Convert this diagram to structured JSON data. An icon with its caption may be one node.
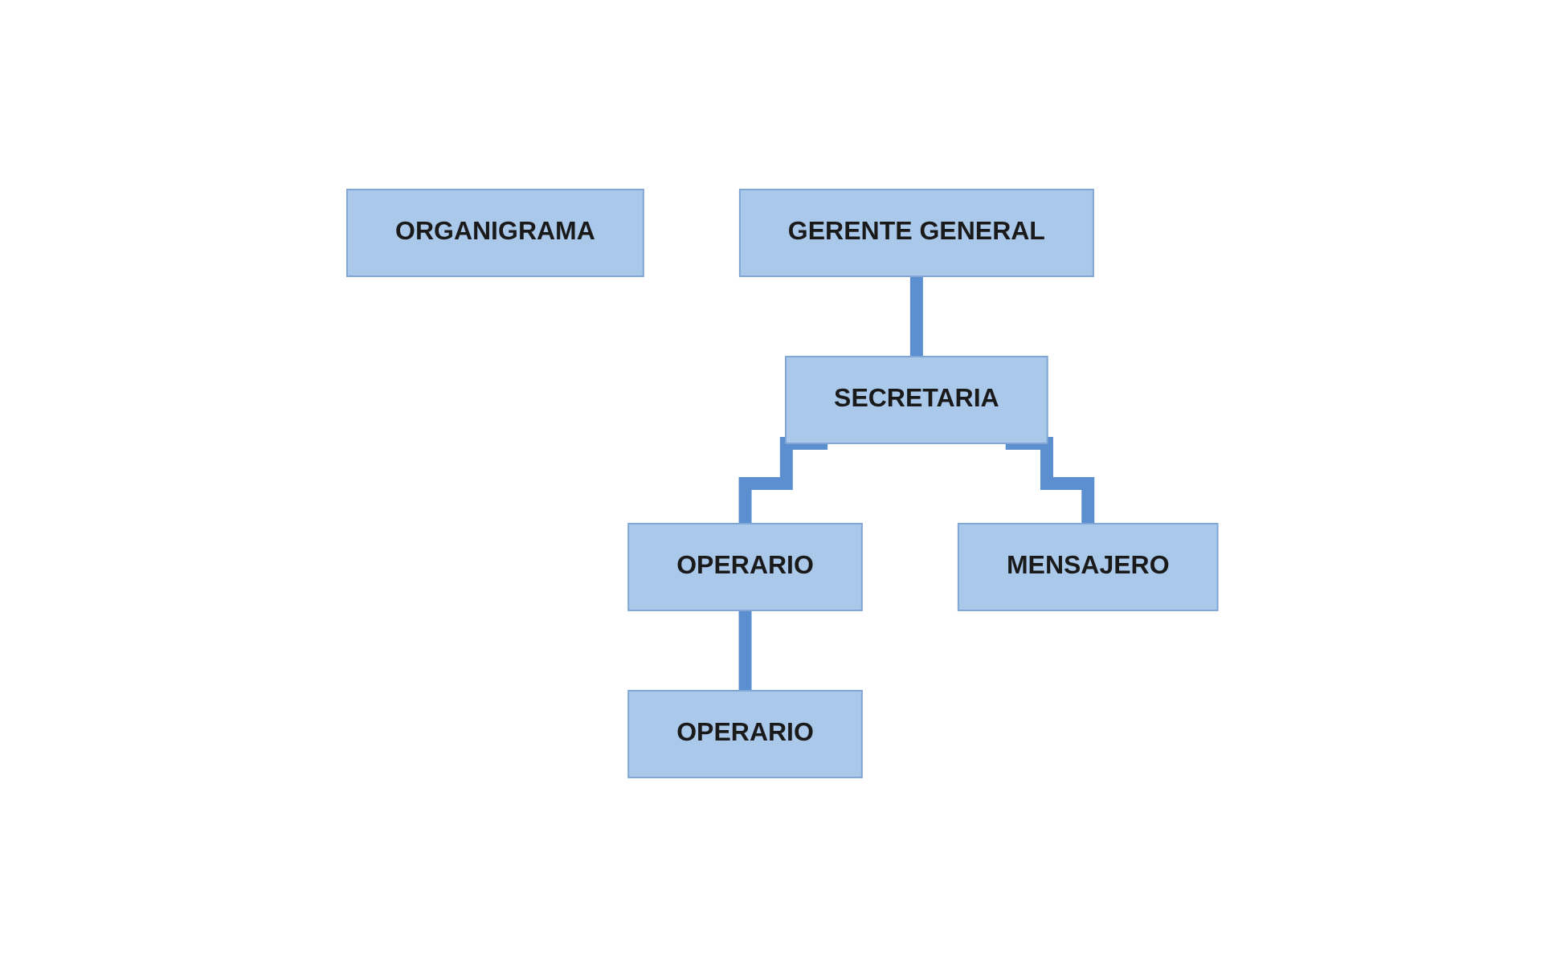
{
  "diagram": {
    "nodes": [
      {
        "text": [
          "ORGANIGRAMA"
        ]
      },
      {
        "text": [
          "GERENTE GENERAL"
        ]
      },
      {
        "text": [
          "SECRETARIA"
        ]
      },
      {
        "text": [
          "OPERARIO"
        ]
      },
      {
        "text": [
          "MENSAJERO"
        ]
      },
      {
        "text": [
          "OPERARIO"
        ]
      }
    ],
    "edges": [
      {
        "from": 1,
        "to": 2,
        "arrow": "none"
      },
      {
        "from": 2,
        "to": 3,
        "arrow": "none"
      },
      {
        "from": 2,
        "to": 4,
        "arrow": "none"
      },
      {
        "from": 3,
        "to": 5,
        "arrow": "none"
      }
    ]
  }
}
